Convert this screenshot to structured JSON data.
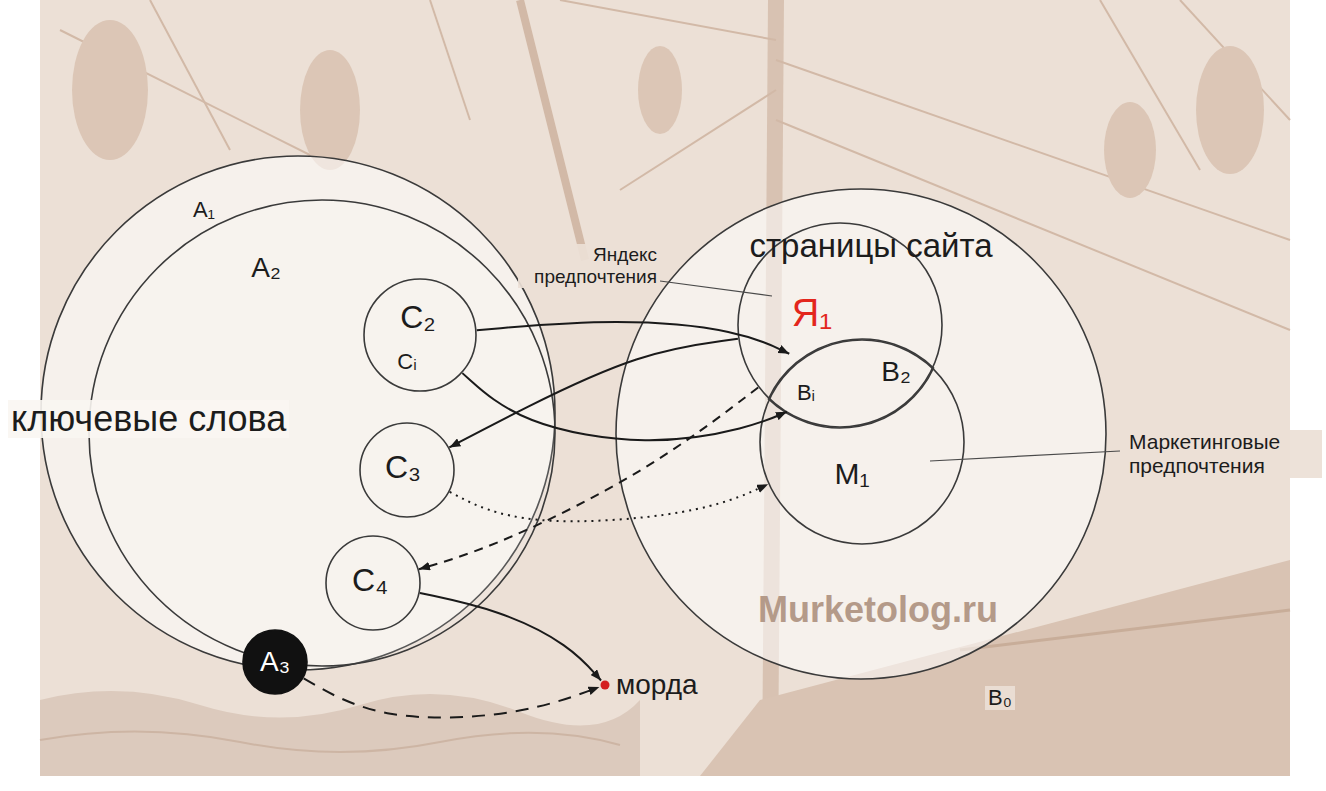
{
  "diagram": {
    "nodes": [
      {
        "text": [
          "A₁"
        ]
      },
      {
        "text": [
          "A₂"
        ],
        "in": 0
      },
      {
        "text": [
          "C₂",
          "Cᵢ"
        ],
        "in": 1
      },
      {
        "text": [
          "C₃"
        ],
        "in": 1
      },
      {
        "text": [
          "C₄"
        ],
        "in": 1
      },
      {
        "text": [
          "A₃"
        ],
        "in": 1
      },
      {
        "text": [
          "страницы сайта",
          "B₀"
        ]
      },
      {
        "text": [
          "Я₁"
        ],
        "in": 6
      },
      {
        "text": [
          "B₂",
          "Bᵢ"
        ],
        "in": 6
      },
      {
        "text": [
          "M₁"
        ],
        "in": 6
      },
      {
        "text": [
          "морда"
        ]
      }
    ],
    "edges": [
      {
        "from": 2,
        "to": 8,
        "arrow": "to"
      },
      {
        "from": 2,
        "to": 8,
        "arrow": "to"
      },
      {
        "from": 7,
        "to": 3,
        "arrow": "to"
      },
      {
        "from": 3,
        "to": 9,
        "arrow": "to"
      },
      {
        "from": 7,
        "to": 4,
        "arrow": "to"
      },
      {
        "from": 4,
        "to": 10,
        "arrow": "to"
      },
      {
        "from": 5,
        "to": 10,
        "arrow": "to"
      }
    ],
    "labels": [
      "ключевые слова",
      "Яндекс предпочтения",
      "Маркетинговые предпочтения",
      "Murketolog.ru"
    ]
  }
}
